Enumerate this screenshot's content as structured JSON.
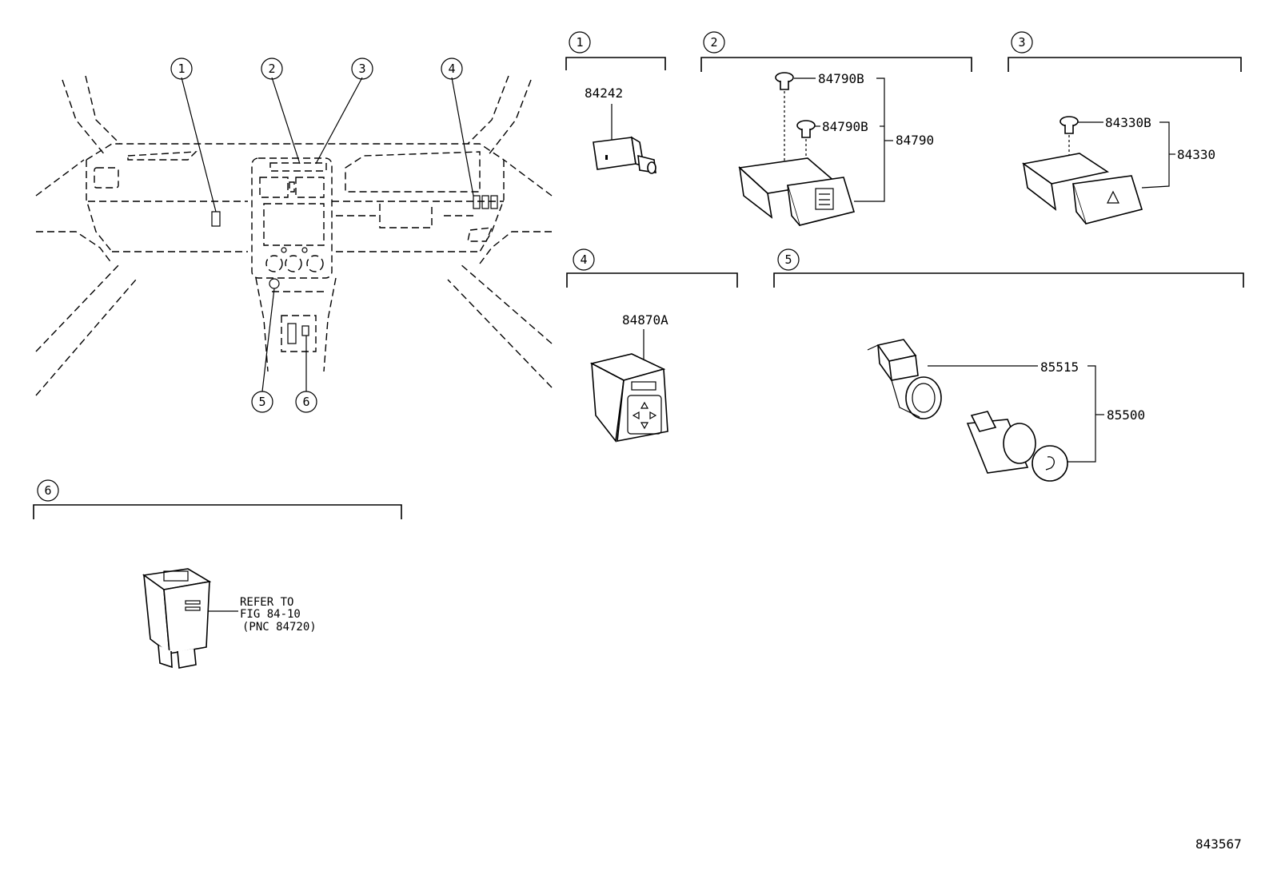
{
  "overview": {
    "callouts": [
      "1",
      "2",
      "3",
      "4",
      "5",
      "6"
    ]
  },
  "sections": [
    {
      "id": "1",
      "parts": [
        "84242"
      ]
    },
    {
      "id": "2",
      "parts": [
        "84790B",
        "84790B",
        "84790"
      ]
    },
    {
      "id": "3",
      "parts": [
        "84330B",
        "84330"
      ]
    },
    {
      "id": "4",
      "parts": [
        "84870A"
      ]
    },
    {
      "id": "5",
      "parts": [
        "85515",
        "85500"
      ]
    },
    {
      "id": "6",
      "note": [
        "REFER TO",
        "FIG 84-10",
        "(PNC 84720)"
      ]
    }
  ],
  "figure_code": "843567"
}
